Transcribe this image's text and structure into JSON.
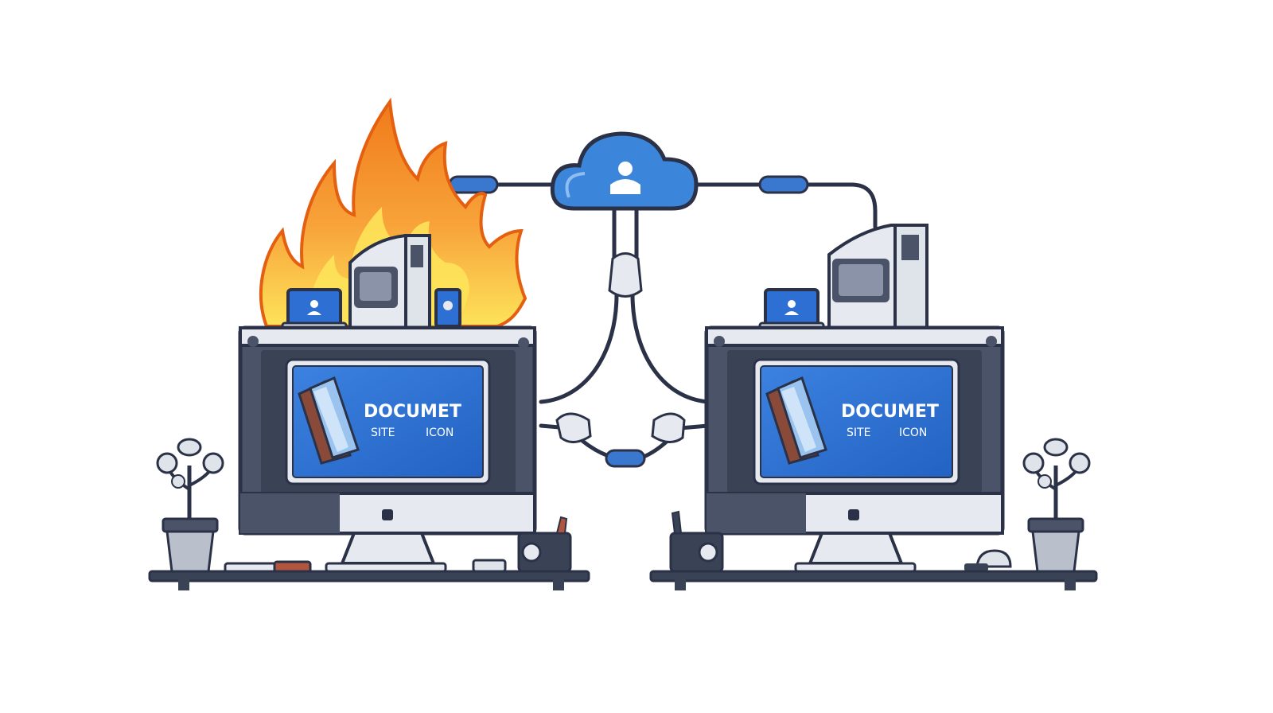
{
  "colors": {
    "outline": "#2b3247",
    "monitor_frame": "#4a5368",
    "monitor_dark": "#3a4256",
    "screen_blue": "#2d6fd3",
    "screen_border": "#e6eaf0",
    "cloud_blue": "#3b86db",
    "connector_blue": "#3a78d0",
    "flame_outer": "#f07a1a",
    "flame_mid": "#f8a33a",
    "flame_inner": "#fde35a",
    "desk": "#3a4256",
    "light_gray": "#dfe3ea"
  },
  "icons": [
    "cloud-user-icon",
    "flame-icon",
    "tower-computer-icon",
    "book-icon",
    "desk-lamp-icon",
    "mouse-icon"
  ],
  "monitors": [
    {
      "title": "DOCUMET",
      "sub_left": "SITE",
      "sub_right": "ICON"
    },
    {
      "title": "DOCUMET",
      "sub_left": "SITE",
      "sub_right": "ICON"
    }
  ]
}
